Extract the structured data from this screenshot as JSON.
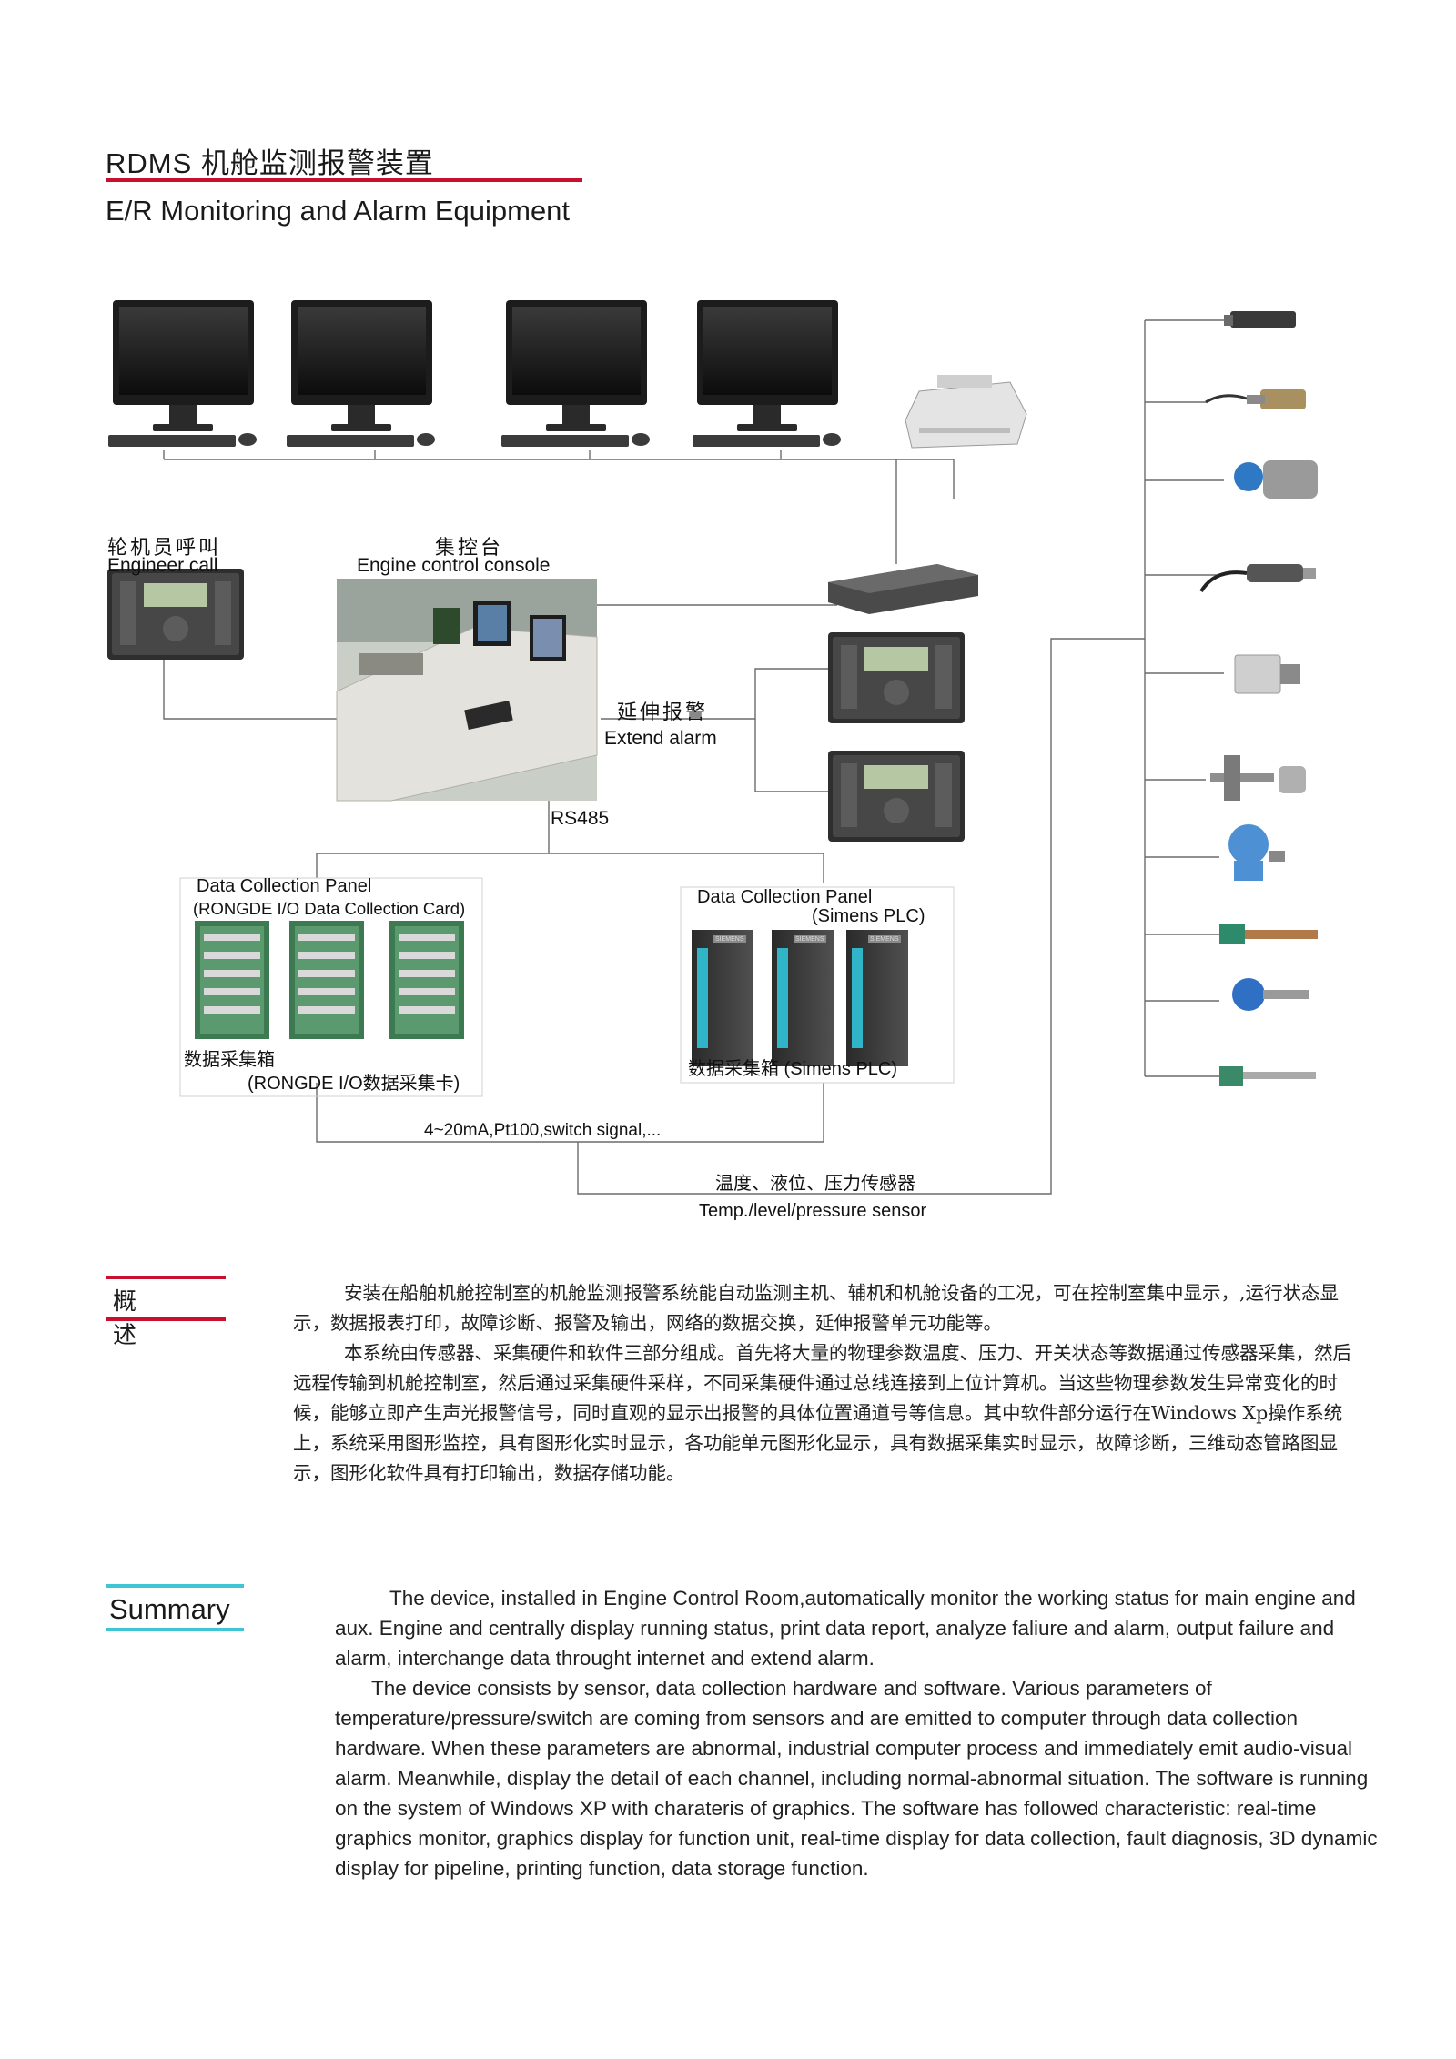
{
  "header": {
    "title_cn": "RDMS  机舱监测报警装置",
    "title_en": "E/R Monitoring and Alarm Equipment"
  },
  "diagram": {
    "engineer_call_cn": "轮机员呼叫",
    "engineer_call_en": "Engineer call",
    "console_cn": "集控台",
    "console_en": "Engine control console",
    "extend_alarm_cn": "延伸报警",
    "extend_alarm_en": "Extend alarm",
    "bus": "RS485",
    "panel1_title": "Data Collection Panel",
    "panel1_subtitle": "(RONGDE I/O Data Collection Card)",
    "panel1_cn_line1": "数据采集箱",
    "panel1_cn_line2": "(RONGDE I/O数据采集卡)",
    "panel2_title": "Data Collection Panel",
    "panel2_subtitle": "(Simens PLC)",
    "panel2_cn": "数据采集箱   (Simens PLC)",
    "signals": "4~20mA,Pt100,switch signal,...",
    "sensors_cn": "温度、液位、压力传感器",
    "sensors_en": "Temp./level/pressure sensor",
    "plc_brand": "SIEMENS"
  },
  "overview_cn": {
    "heading": "概述",
    "paragraphs": [
      "安装在船舶机舱控制室的机舱监测报警系统能自动监测主机、辅机和机舱设备的工况，可在控制室集中显示，,运行状态显示，数据报表打印，故障诊断、报警及输出，网络的数据交换，延伸报警单元功能等。",
      "本系统由传感器、采集硬件和软件三部分组成。首先将大量的物理参数温度、压力、开关状态等数据通过传感器采集，然后远程传输到机舱控制室，然后通过采集硬件采样，不同采集硬件通过总线连接到上位计算机。当这些物理参数发生异常变化的时候，能够立即产生声光报警信号，同时直观的显示出报警的具体位置通道号等信息。其中软件部分运行在Windows Xp操作系统上，系统采用图形监控，具有图形化实时显示，各功能单元图形化显示，具有数据采集实时显示，故障诊断，三维动态管路图显示，图形化软件具有打印输出，数据存储功能。"
    ]
  },
  "summary_en": {
    "heading": "Summary",
    "paragraphs": [
      "The device, installed in Engine Control Room,automatically monitor the working status for main engine and aux. Engine and centrally display running status, print data report, analyze faliure and alarm, output failure and alarm, interchange data throught internet and extend alarm.",
      "The device consists by  sensor, data collection hardware and software. Various parameters of temperature/pressure/switch are coming from sensors and are emitted to computer through data collection hardware.  When these parameters are abnormal, industrial computer process and immediately emit audio-visual alarm. Meanwhile, display the detail of each channel, including normal-abnormal situation. The software is running on the system of Windows XP with charateris of graphics. The software has followed characteristic: real-time graphics monitor, graphics display for function unit, real-time display for data collection, fault diagnosis, 3D dynamic display for pipeline, printing function, data storage function."
    ]
  },
  "colors": {
    "accent_red": "#c8102e",
    "accent_cyan": "#3ec6d6",
    "line": "#6b6b6b"
  }
}
